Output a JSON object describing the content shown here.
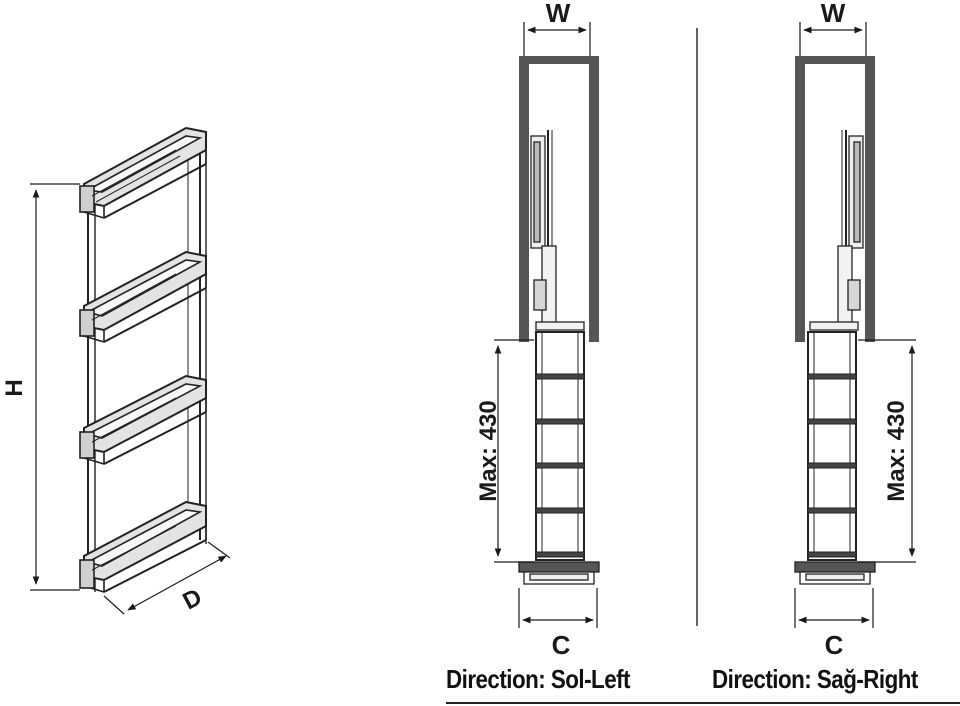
{
  "dimensions": {
    "width_label": "W",
    "height_label": "H",
    "depth_label": "D",
    "clearance_label": "C",
    "max_extension_label": "Max: 430"
  },
  "captions": {
    "left_direction": "Direction: Sol-Left",
    "right_direction": "Direction: Sağ-Right"
  },
  "colors": {
    "cabinet": "#555555",
    "line": "#1a1a1a",
    "basket_fill": "#dddddd"
  }
}
